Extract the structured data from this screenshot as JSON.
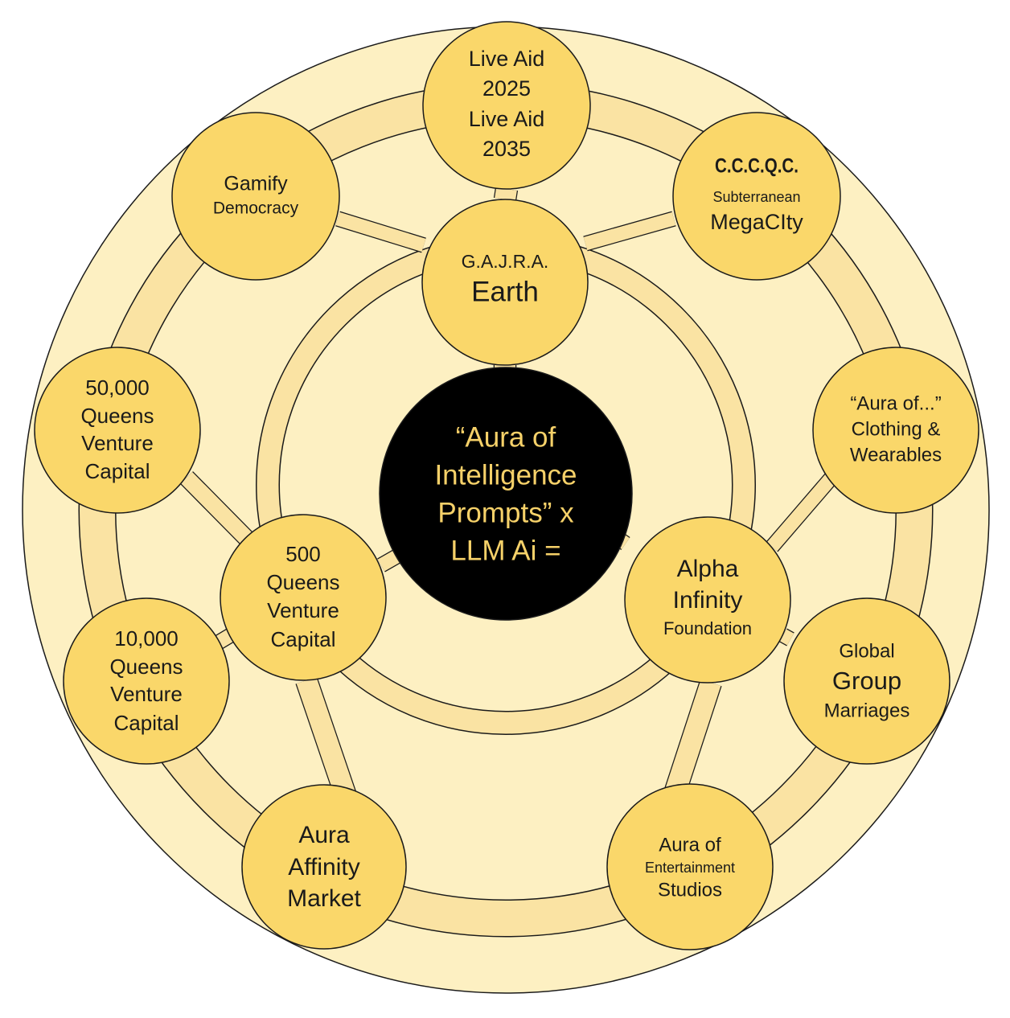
{
  "colors": {
    "outer_fill": "#fdf0c2",
    "band_fill": "#fae3a3",
    "node_fill": "#fad76a",
    "stroke": "#1a1a1a",
    "center_fill": "#000000",
    "center_text": "#f6d169"
  },
  "center": {
    "lines": [
      "“Aura of",
      "Intelligence",
      "Prompts” x",
      "LLM Ai ="
    ]
  },
  "nodes": [
    {
      "id": "live-aid",
      "lines": [
        "Live Aid",
        "2025",
        "Live Aid",
        "2035"
      ]
    },
    {
      "id": "cccqc",
      "lines": [
        "C.C.C.Q.C.",
        "Subterranean",
        "MegaCIty"
      ]
    },
    {
      "id": "gamify",
      "lines": [
        "Gamify",
        "Democracy"
      ]
    },
    {
      "id": "gajra",
      "lines": [
        "G.A.J.R.A.",
        "Earth"
      ]
    },
    {
      "id": "q50000",
      "lines": [
        "50,000",
        "Queens",
        "Venture",
        "Capital"
      ]
    },
    {
      "id": "aura-clothing",
      "lines": [
        "“Aura of...”",
        "Clothing &",
        "Wearables"
      ]
    },
    {
      "id": "q500",
      "lines": [
        "500",
        "Queens",
        "Venture",
        "Capital"
      ]
    },
    {
      "id": "alpha",
      "lines": [
        "Alpha",
        "Infinity",
        "Foundation"
      ]
    },
    {
      "id": "q10000",
      "lines": [
        "10,000",
        "Queens",
        "Venture",
        "Capital"
      ]
    },
    {
      "id": "global-group",
      "lines": [
        "Global",
        "Group",
        "Marriages"
      ]
    },
    {
      "id": "aura-market",
      "lines": [
        "Aura",
        "Affinity",
        "Market"
      ]
    },
    {
      "id": "aura-ent",
      "lines": [
        "Aura of",
        "Entertainment",
        "Studios"
      ]
    }
  ]
}
